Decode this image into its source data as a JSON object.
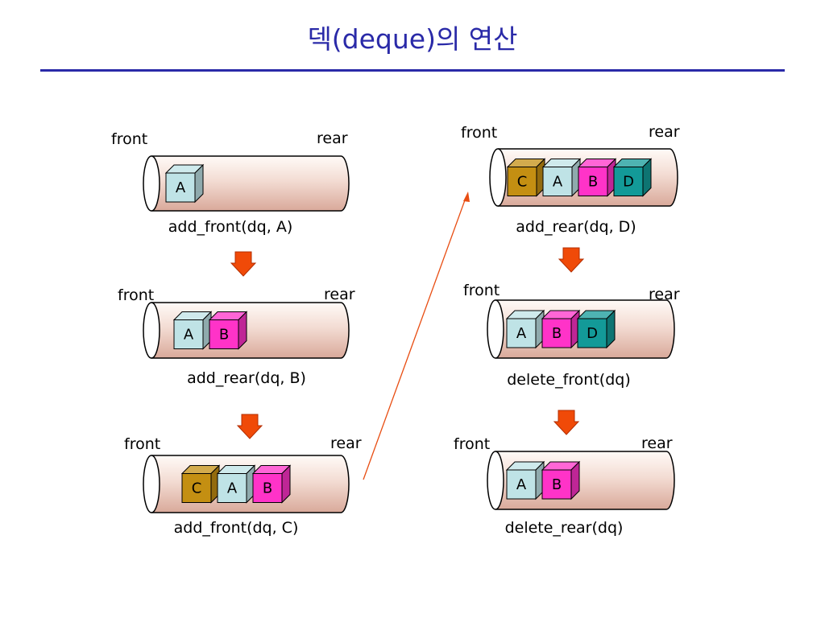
{
  "title": "덱(deque)의 연산",
  "labels": {
    "front": "front",
    "rear": "rear"
  },
  "colors": {
    "title": "#2a2aa8",
    "A": "#bfe3e6",
    "B": "#ff33c8",
    "C": "#c48f12",
    "D": "#139a98",
    "tube_light": "#fffaf7",
    "tube_dark": "#d9a99a",
    "arrow": "#e84d12"
  },
  "panels": [
    {
      "id": "add-front-a",
      "caption": "add_front(dq, A)",
      "boxes": [
        "A"
      ]
    },
    {
      "id": "add-rear-b",
      "caption": "add_rear(dq, B)",
      "boxes": [
        "A",
        "B"
      ]
    },
    {
      "id": "add-front-c",
      "caption": "add_front(dq, C)",
      "boxes": [
        "C",
        "A",
        "B"
      ]
    },
    {
      "id": "add-rear-d",
      "caption": "add_rear(dq, D)",
      "boxes": [
        "C",
        "A",
        "B",
        "D"
      ]
    },
    {
      "id": "delete-front",
      "caption": "delete_front(dq)",
      "boxes": [
        "A",
        "B",
        "D"
      ]
    },
    {
      "id": "delete-rear",
      "caption": "delete_rear(dq)",
      "boxes": [
        "A",
        "B"
      ]
    }
  ]
}
